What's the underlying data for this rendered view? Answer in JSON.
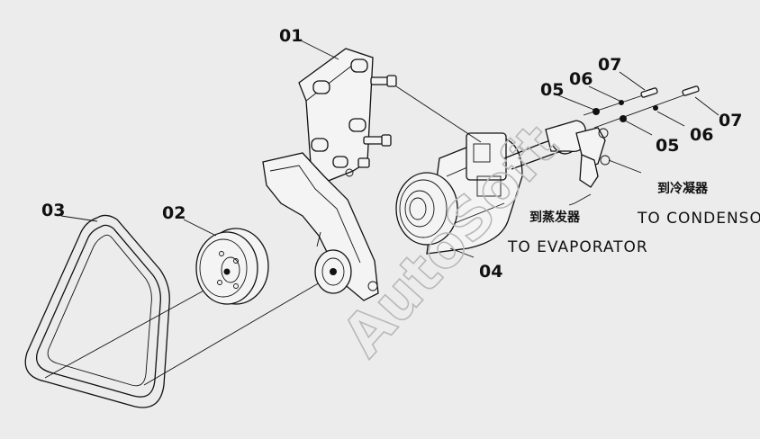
{
  "watermark": "AutoSoft",
  "callouts": [
    {
      "id": "c01",
      "label": "01"
    },
    {
      "id": "c02",
      "label": "02"
    },
    {
      "id": "c03",
      "label": "03"
    },
    {
      "id": "c04",
      "label": "04"
    },
    {
      "id": "c05a",
      "label": "05"
    },
    {
      "id": "c05b",
      "label": "05"
    },
    {
      "id": "c06a",
      "label": "06"
    },
    {
      "id": "c06b",
      "label": "06"
    },
    {
      "id": "c07a",
      "label": "07"
    },
    {
      "id": "c07b",
      "label": "07"
    }
  ],
  "notes": {
    "condenser_cn": "到冷凝器",
    "condenser_en": "TO CONDENSOR",
    "evaporator_cn": "到蒸发器",
    "evaporator_en": "TO EVAPORATOR"
  }
}
